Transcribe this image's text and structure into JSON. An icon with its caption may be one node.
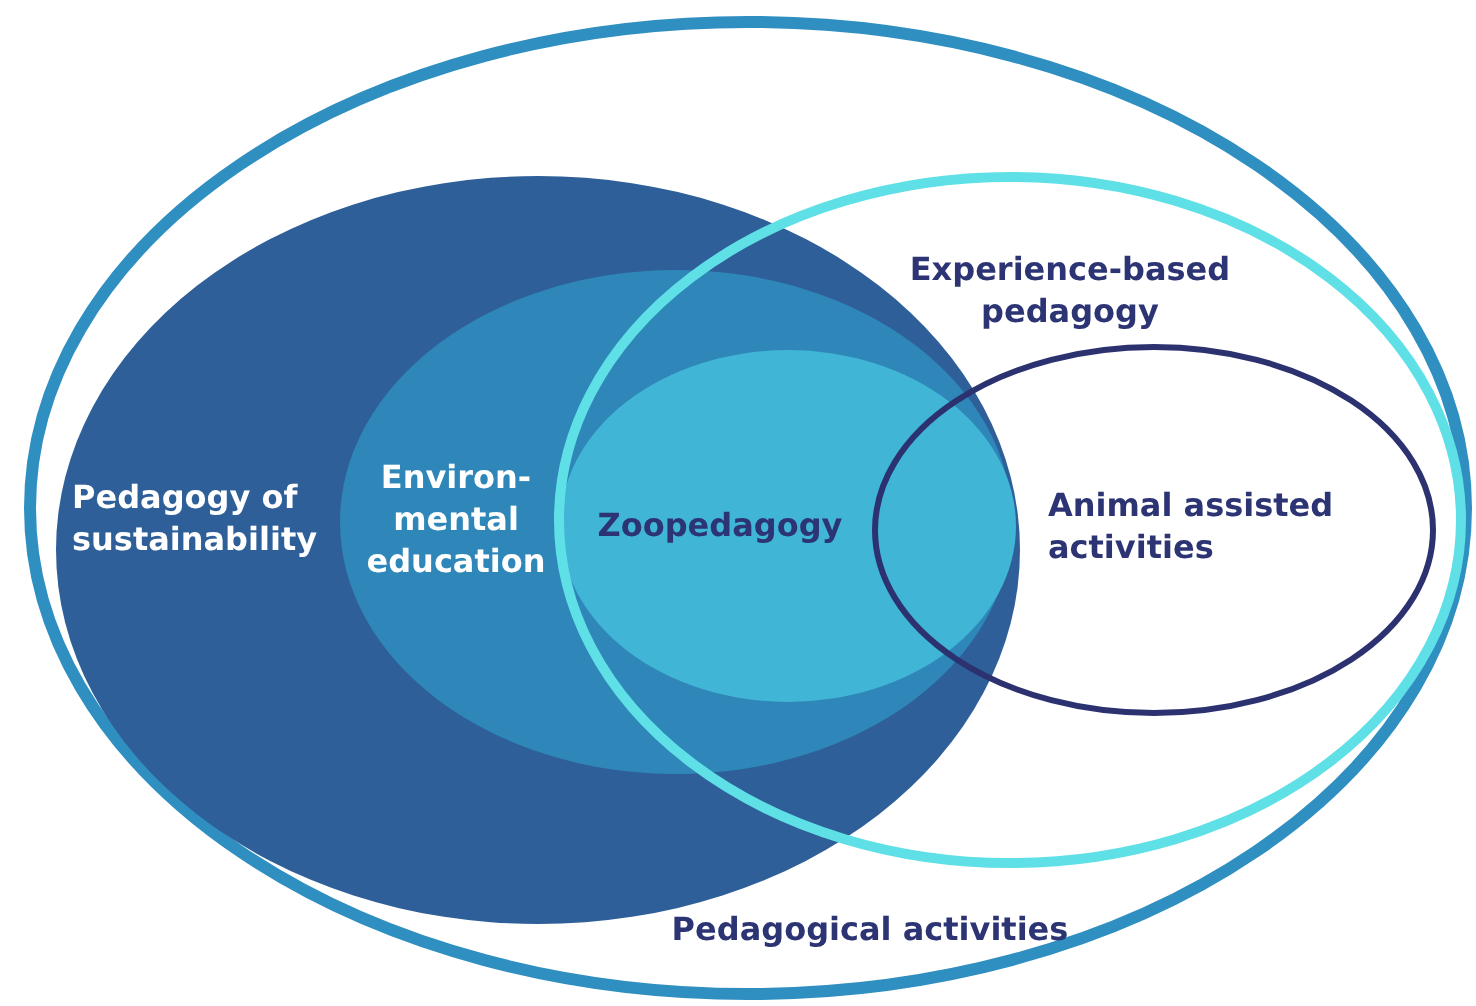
{
  "diagram": {
    "nodes": [
      {
        "text": [
          "Pedagogical activities"
        ]
      },
      {
        "text": [
          "Pedagogy of sustainability"
        ],
        "in": 0
      },
      {
        "text": [
          "Environ-mental education"
        ],
        "in": 1
      },
      {
        "text": [
          "Zoopedagogy"
        ]
      },
      {
        "text": [
          "Experience-based pedagogy"
        ],
        "in": 0
      },
      {
        "text": [
          "Animal assisted activities"
        ],
        "in": 4
      }
    ],
    "edges": []
  }
}
